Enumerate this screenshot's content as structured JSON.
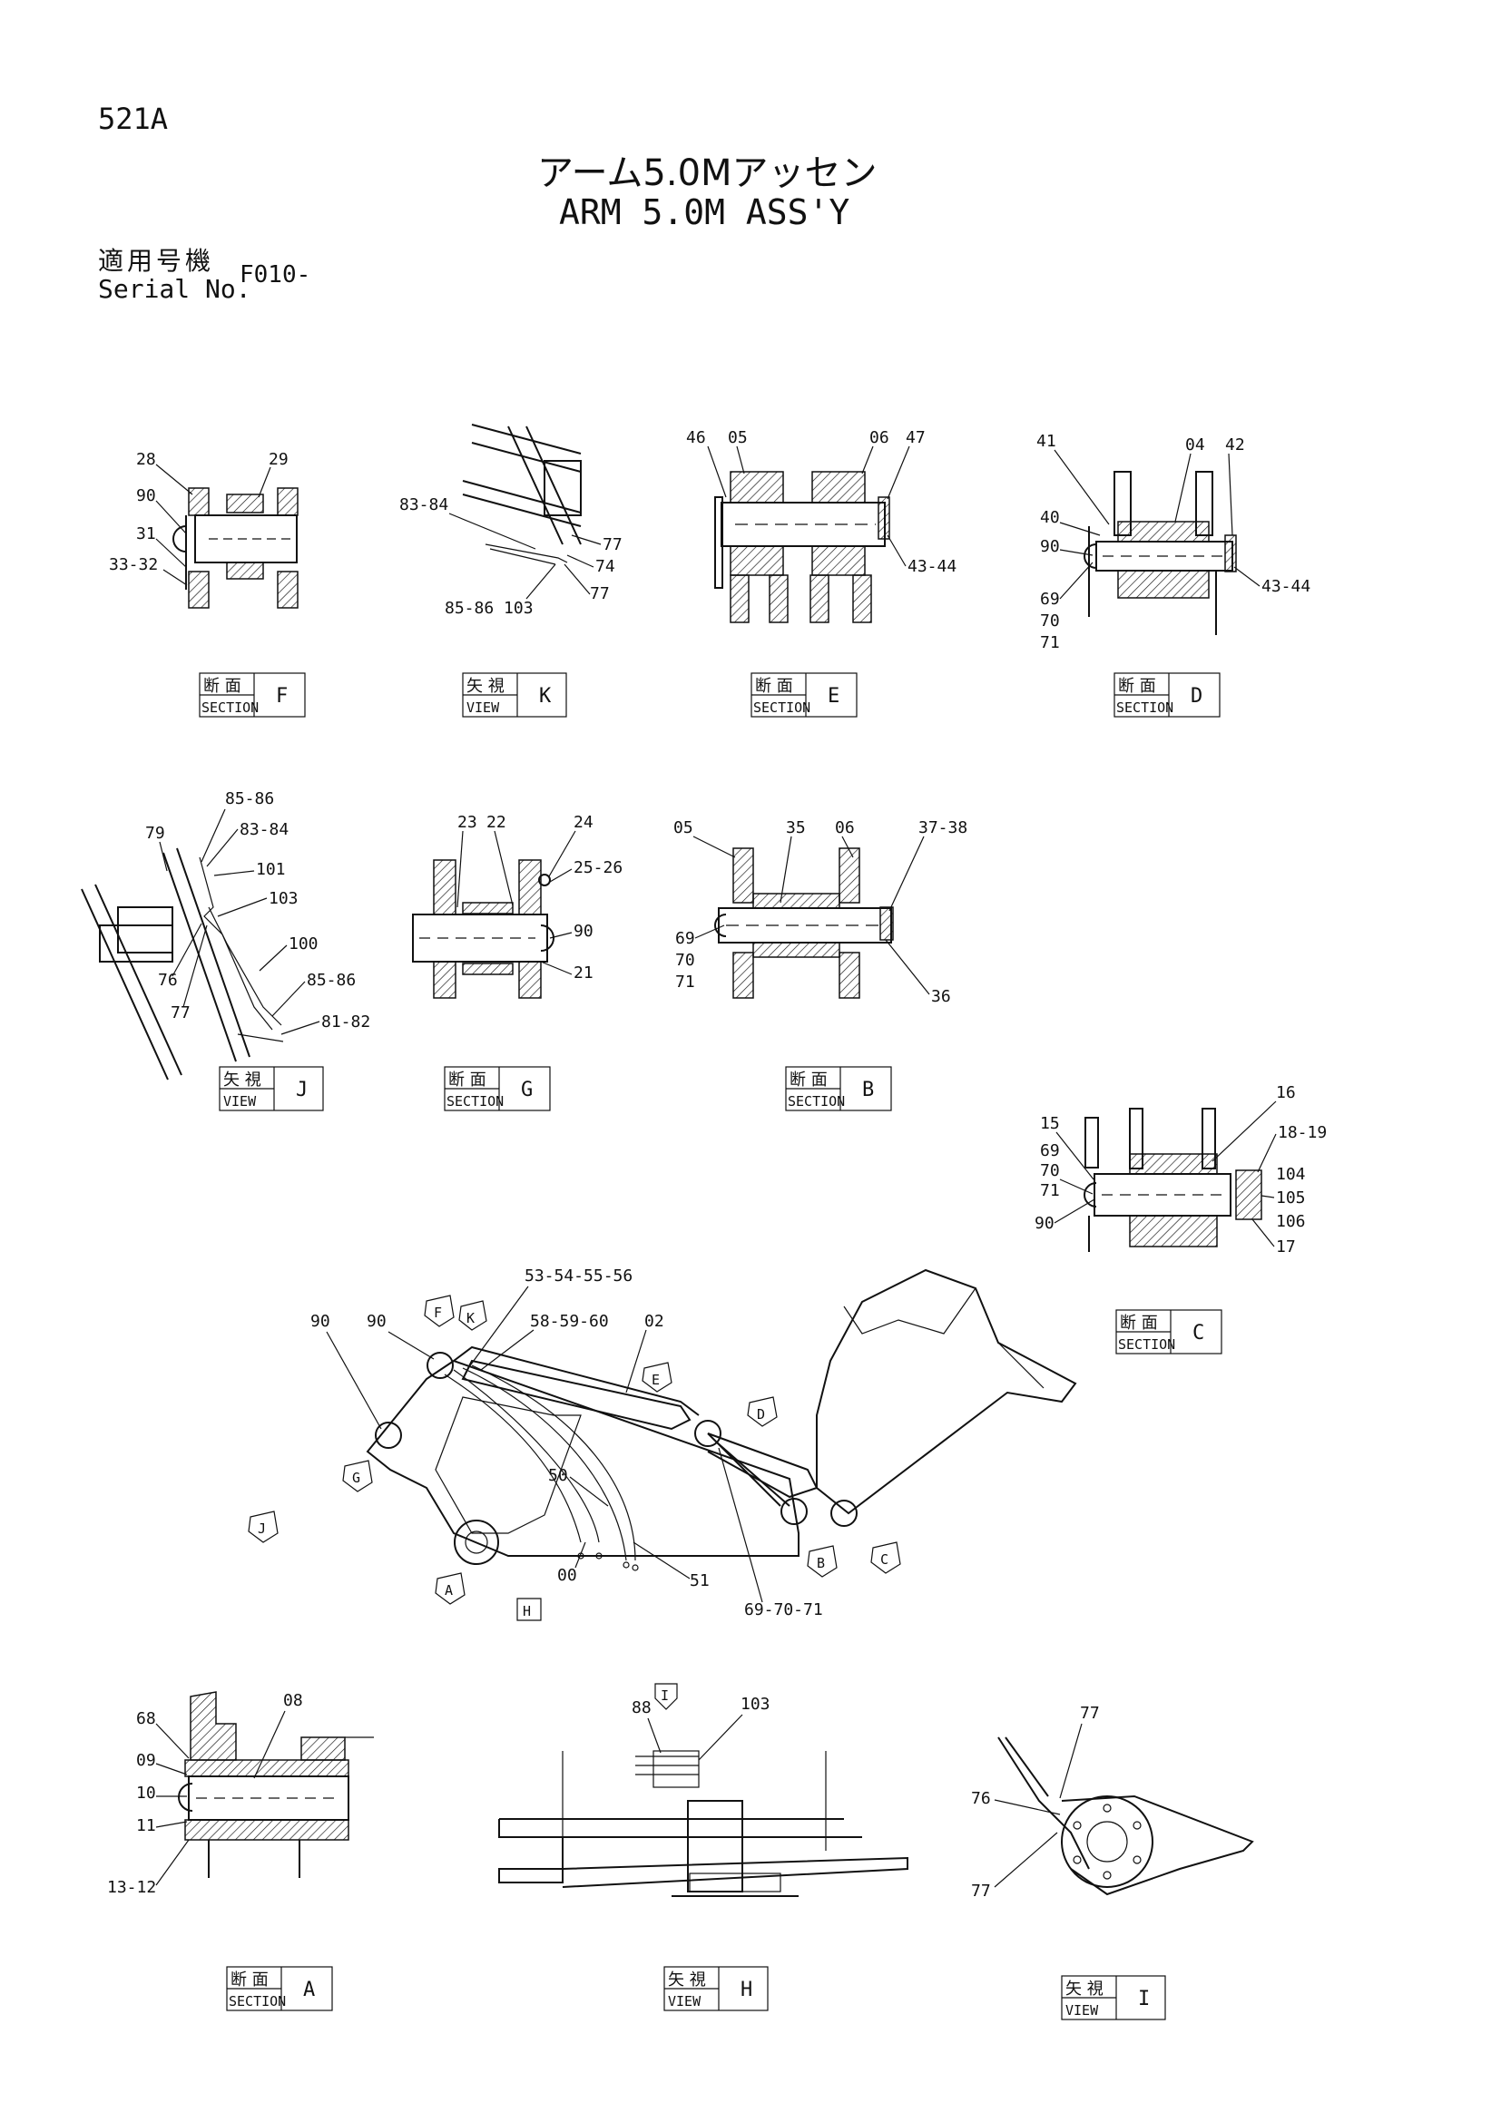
{
  "header": {
    "page_number": "521A",
    "title_jp": "アーム5.0Mアッセン",
    "title_en": "ARM 5.0M ASS'Y",
    "serial_label_jp": "適用号機",
    "serial_label_en": "Serial No.",
    "serial_value": "F010-"
  },
  "captions": {
    "section_jp": "断 面",
    "section_en": "SECTION",
    "view_jp": "矢 視",
    "view_en": "VIEW",
    "items": {
      "F": "F",
      "K": "K",
      "E": "E",
      "D": "D",
      "J": "J",
      "G": "G",
      "B": "B",
      "C": "C",
      "A": "A",
      "H": "H",
      "I": "I"
    }
  },
  "callouts": {
    "f": [
      "28",
      "29",
      "90",
      "31",
      "33-32"
    ],
    "k": [
      "83-84",
      "77",
      "74",
      "85-86 103",
      "77"
    ],
    "e": [
      "46",
      "05",
      "06",
      "47",
      "43-44"
    ],
    "d": [
      "41",
      "04",
      "42",
      "40",
      "90",
      "43-44",
      "69",
      "70",
      "71"
    ],
    "j": [
      "85-86",
      "83-84",
      "79",
      "101",
      "103",
      "100",
      "85-86",
      "76",
      "77",
      "81-82"
    ],
    "g": [
      "23",
      "22",
      "24",
      "25-26",
      "90",
      "21"
    ],
    "b": [
      "05",
      "35",
      "06",
      "37-38",
      "69",
      "70",
      "71",
      "36"
    ],
    "c": [
      "16",
      "15",
      "18-19",
      "69",
      "70",
      "71",
      "104",
      "105",
      "106",
      "90",
      "17"
    ],
    "main": [
      "53-54-55-56",
      "90",
      "90",
      "58-59-60",
      "02",
      "50",
      "00",
      "51",
      "69-70-71"
    ],
    "main_markers": [
      "F",
      "K",
      "E",
      "D",
      "G",
      "J",
      "A",
      "H",
      "B",
      "C"
    ],
    "a": [
      "68",
      "08",
      "09",
      "10",
      "11",
      "13-12"
    ],
    "h": [
      "I",
      "88",
      "103"
    ],
    "i": [
      "77",
      "76",
      "77"
    ]
  }
}
